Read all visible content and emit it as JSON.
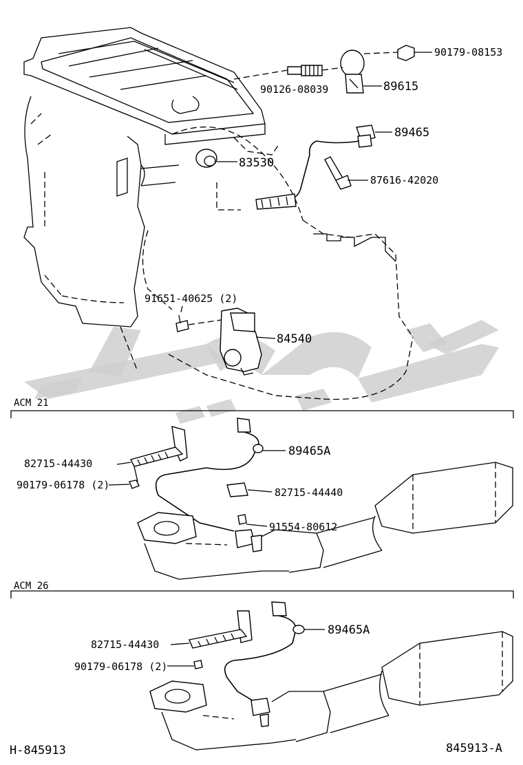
{
  "labels": {
    "p1": "90179-08153",
    "p2": "90126-08039",
    "p3": "89615",
    "p4": "89465",
    "p5": "83530",
    "p6": "87616-42020",
    "p7": "91651-40625 (2)",
    "p8": "84540",
    "p9": "82715-44430",
    "p10": "90179-06178 (2)",
    "p11": "89465A",
    "p12": "82715-44440",
    "p13": "91554-80612",
    "p14": "82715-44430",
    "p15": "90179-06178 (2)",
    "p16": "89465A"
  },
  "sections": {
    "acm21": "ACM 21",
    "acm26": "ACM 26"
  },
  "footer": {
    "left_code": "H-845913",
    "right_code": "845913-A"
  },
  "colors": {
    "line": "#000000",
    "watermark": "#cfcfcf",
    "background": "#ffffff"
  }
}
